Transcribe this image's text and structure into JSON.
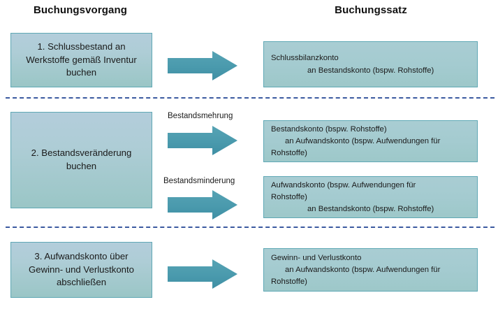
{
  "headings": {
    "left": "Buchungsvorgang",
    "right": "Buchungssatz"
  },
  "colors": {
    "box_border": "#5fa8b5",
    "box_fill_top": "#b3cddb",
    "box_fill_bottom": "#9ac6c6",
    "entry_fill": "#a4cbd0",
    "arrow": "#4a9aad",
    "separator": "#3b5aa0",
    "text": "#1a1a1a"
  },
  "sections": [
    {
      "process": "1. Schlussbestand an Werkstoffe gemäß Inventur buchen",
      "arrows": [
        {
          "caption": "",
          "entry": {
            "line1": "Schlussbilanzkonto",
            "line2": "an Bestandskonto (bspw. Rohstoffe)",
            "line3": ""
          }
        }
      ]
    },
    {
      "process": "2. Bestandsveränderung buchen",
      "arrows": [
        {
          "caption": "Bestandsmehrung",
          "entry": {
            "line1": "Bestandskonto (bspw. Rohstoffe)",
            "line2": "an Aufwandskonto (bspw. Aufwendungen für",
            "line3": "Rohstoffe)"
          }
        },
        {
          "caption": "Bestandsminderung",
          "entry": {
            "line1": "Aufwandskonto (bspw. Aufwendungen für",
            "line2": "Rohstoffe)",
            "line3": "an Bestandskonto (bspw. Rohstoffe)"
          }
        }
      ]
    },
    {
      "process": "3. Aufwandskonto über Gewinn- und Verlustkonto abschließen",
      "arrows": [
        {
          "caption": "",
          "entry": {
            "line1": "Gewinn- und Verlustkonto",
            "line2": "an Aufwandskonto (bspw. Aufwendungen für",
            "line3": "Rohstoffe)"
          }
        }
      ]
    }
  ],
  "icons": {
    "arrow": "right-arrow-icon"
  }
}
